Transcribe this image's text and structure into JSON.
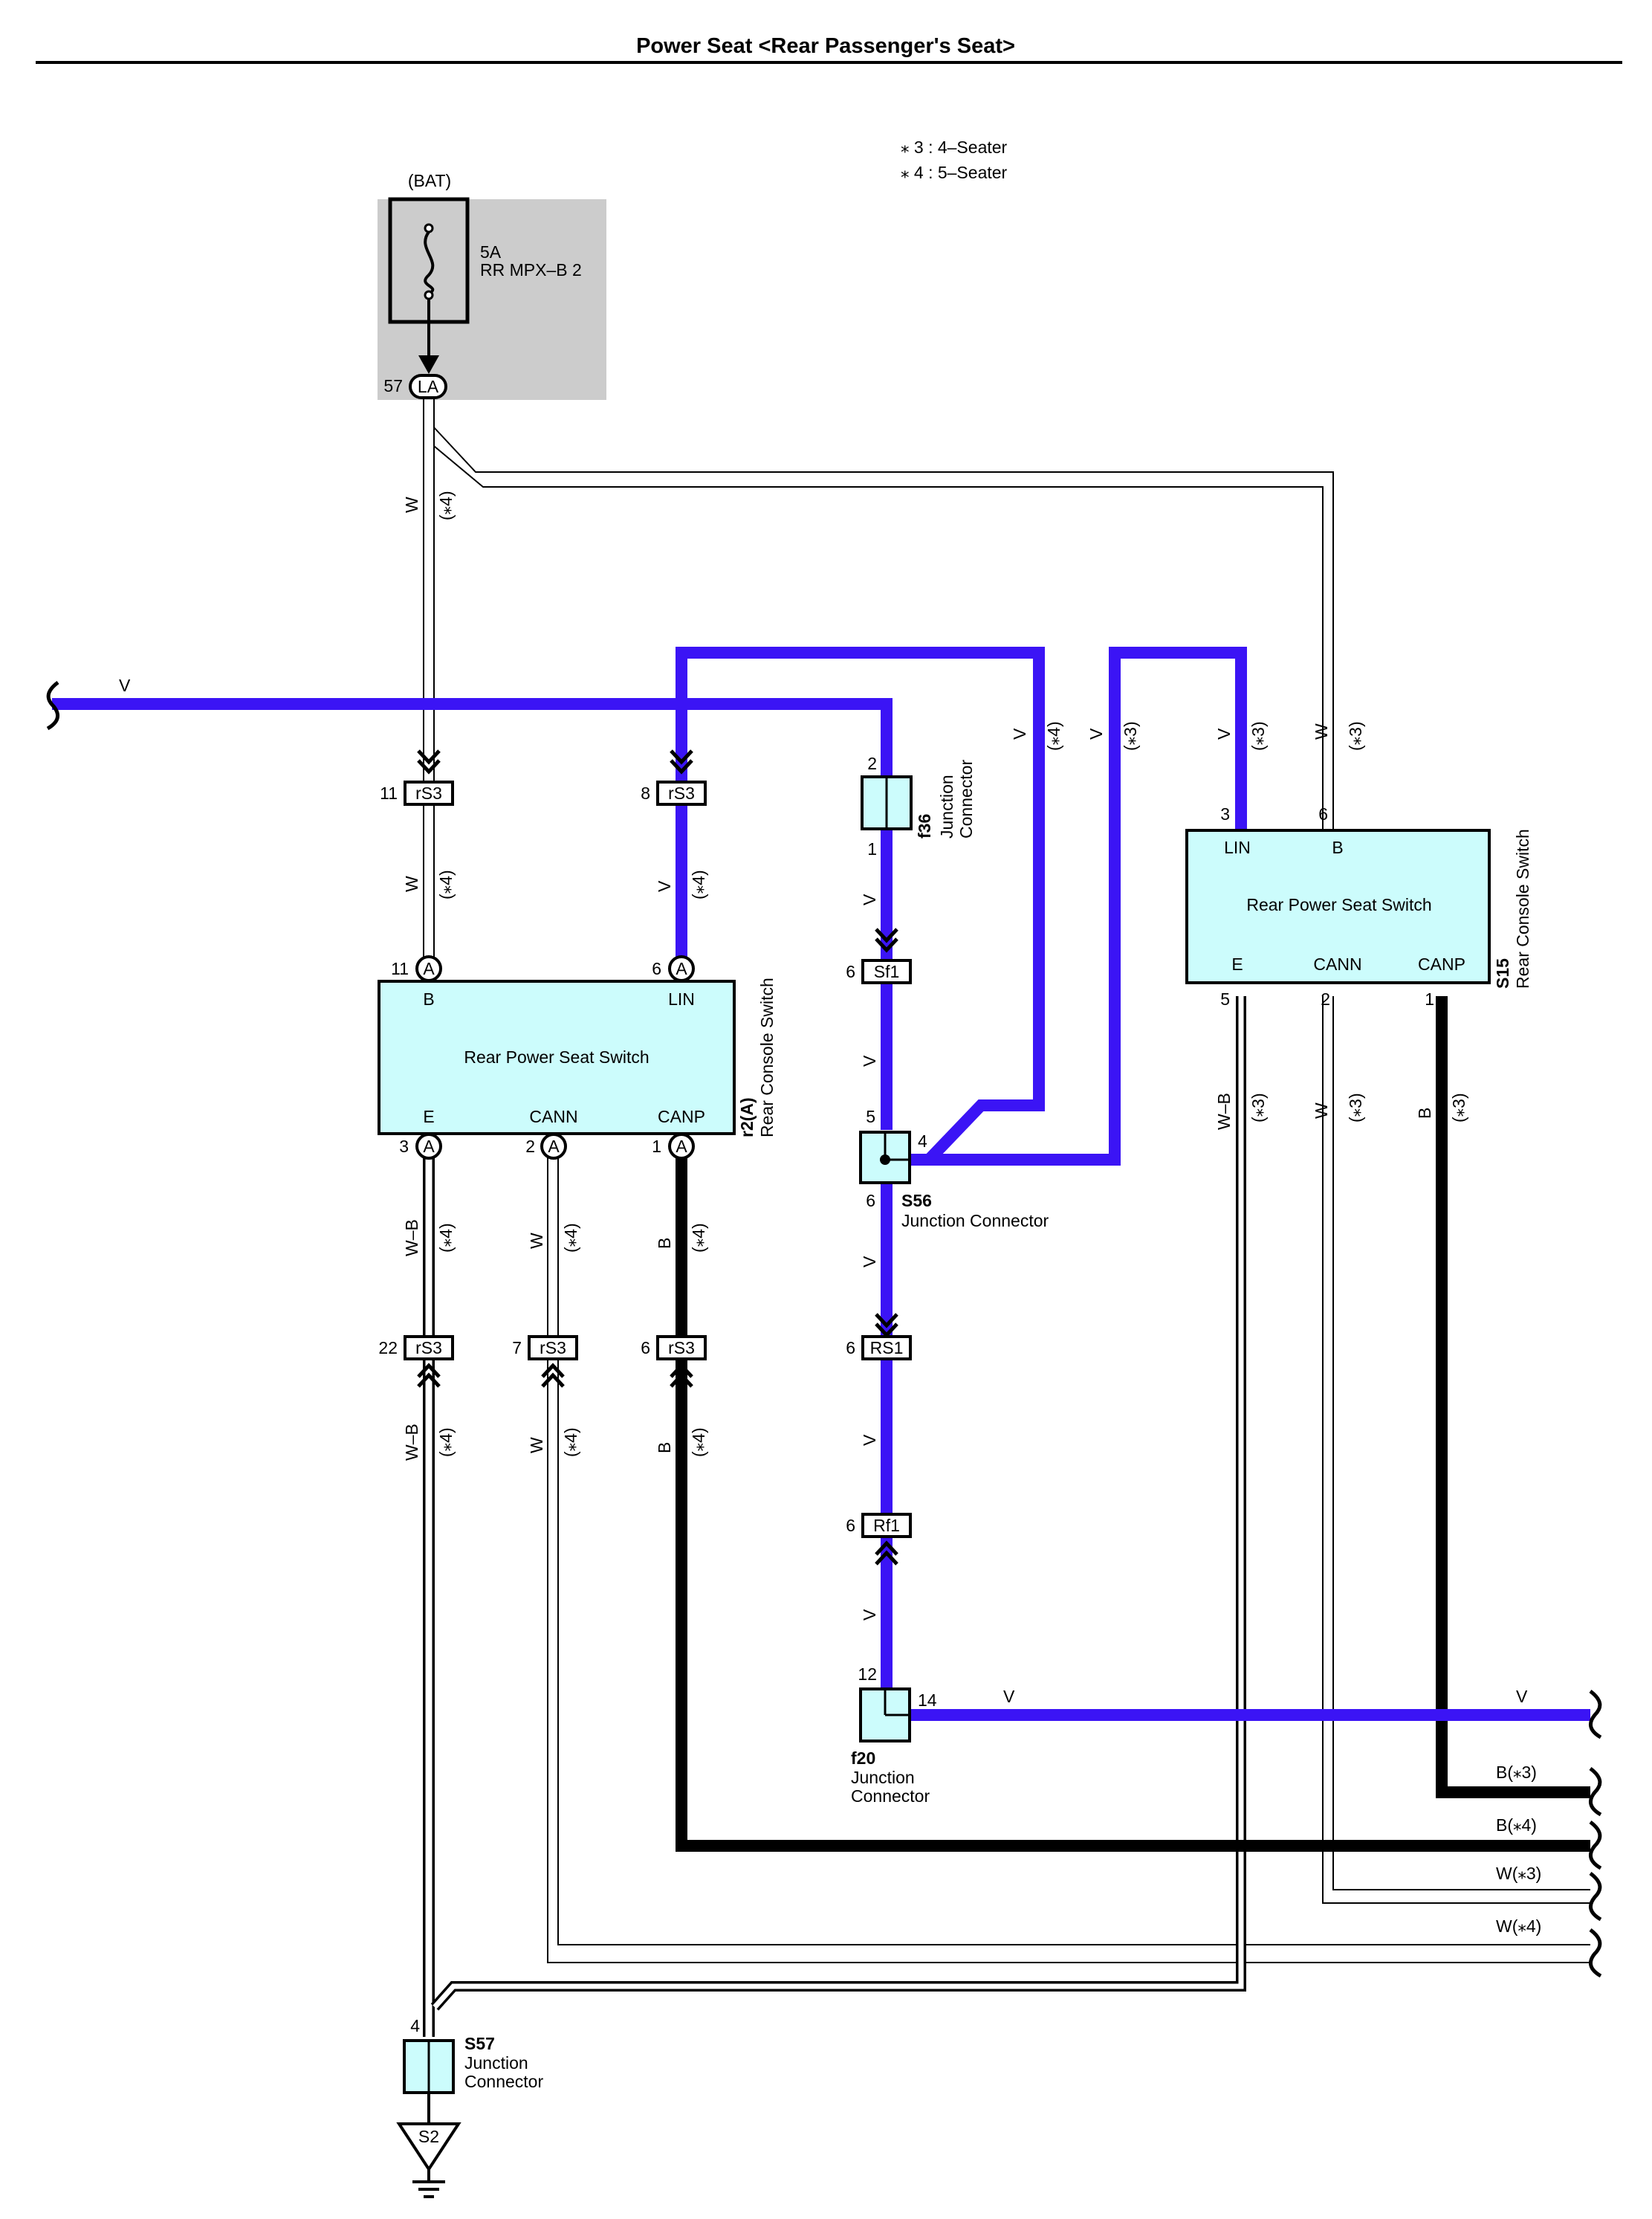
{
  "title": "Power Seat <Rear Passenger's Seat>",
  "notes": [
    "⁎ 3 : 4–Seater",
    "⁎ 4 : 5–Seater"
  ],
  "colors": {
    "violet": "#3b14f5",
    "black": "#000000",
    "box": "#ccfcfc",
    "fuse_bg": "#cccccc",
    "outline": "#000000"
  },
  "fuse": {
    "source": "(BAT)",
    "rating": "5A",
    "name": "RR MPX–B 2",
    "pin": "57",
    "connector": "LA"
  },
  "wire_colors": {
    "V": "V",
    "W": "W",
    "B": "B",
    "WB": "W–B"
  },
  "variant_tags": {
    "v3": "(⁎3)",
    "v4": "(⁎4)"
  },
  "connectors": {
    "rs3_11": {
      "pin": "11",
      "id": "rS3"
    },
    "rs3_8": {
      "pin": "8",
      "id": "rS3"
    },
    "rs3_22": {
      "pin": "22",
      "id": "rS3"
    },
    "rs3_7": {
      "pin": "7",
      "id": "rS3"
    },
    "rs3_6": {
      "pin": "6",
      "id": "rS3"
    },
    "sf1": {
      "pin": "6",
      "id": "Sf1"
    },
    "rs1": {
      "pin": "6",
      "id": "RS1"
    },
    "rf1": {
      "pin": "6",
      "id": "Rf1"
    }
  },
  "switch_left": {
    "name": "Rear Power Seat Switch",
    "id": "r2(A)",
    "desc": "Rear Console Switch",
    "pins": {
      "b": "B",
      "lin": "LIN",
      "e": "E",
      "cann": "CANN",
      "canp": "CANP"
    },
    "pin_nums": {
      "b": "11",
      "lin": "6",
      "e": "3",
      "cann": "2",
      "canp": "1"
    },
    "conn_letter": "A"
  },
  "switch_right": {
    "name": "Rear Power Seat Switch",
    "id": "S15",
    "desc": "Rear Console Switch",
    "pins": {
      "lin": "LIN",
      "b": "B",
      "e": "E",
      "cann": "CANN",
      "canp": "CANP"
    },
    "pin_nums": {
      "lin": "3",
      "b": "6",
      "e": "5",
      "cann": "2",
      "canp": "1"
    }
  },
  "junctions": {
    "f36": {
      "id": "f36",
      "line1": "Junction",
      "line2": "Connector",
      "pin_top": "2",
      "pin_bottom": "1"
    },
    "s56": {
      "id": "S56",
      "label": "Junction Connector",
      "pin_top": "5",
      "pin_right": "4",
      "pin_bottom": "6"
    },
    "f20": {
      "id": "f20",
      "line1": "Junction",
      "line2": "Connector",
      "pin_top": "12",
      "pin_right": "14"
    },
    "s57": {
      "id": "S57",
      "line1": "Junction",
      "line2": "Connector",
      "pin_top": "4"
    }
  },
  "ground": {
    "id": "S2"
  },
  "right_outputs": [
    "V",
    "B(⁎3)",
    "B(⁎4)",
    "W(⁎3)",
    "W(⁎4)"
  ]
}
